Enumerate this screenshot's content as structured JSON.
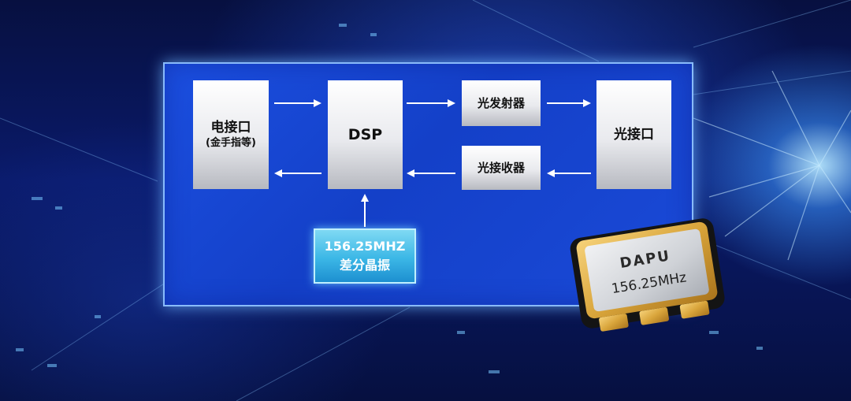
{
  "blocks": {
    "electrical_interface": {
      "title": "电接口",
      "subtitle": "(金手指等)"
    },
    "dsp": {
      "title": "DSP"
    },
    "optical_transmitter": {
      "title": "光发射器"
    },
    "optical_receiver": {
      "title": "光接收器"
    },
    "optical_interface": {
      "title": "光接口"
    }
  },
  "oscillator": {
    "line1": "156.25MHZ",
    "line2": "差分晶振"
  },
  "chip": {
    "brand": "DAPU",
    "frequency": "156.25MHz"
  },
  "colors": {
    "panel": "#1a48d8",
    "panel_border": "#9ccaff",
    "oscillator_box": "#3bb7e6",
    "chip_gold": "#d9a53b",
    "block_fill": "#e9eaee"
  }
}
